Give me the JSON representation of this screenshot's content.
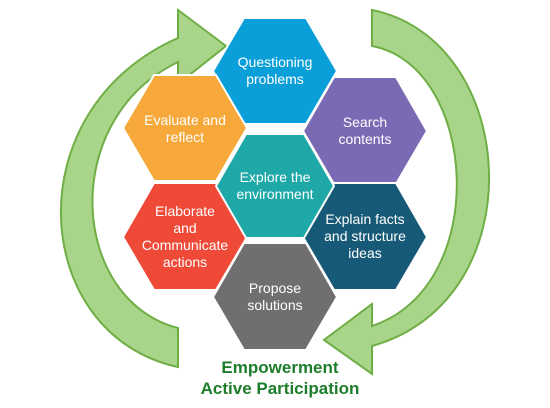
{
  "colors": {
    "arrow_fill": "#a9d58a",
    "arrow_stroke": "#6fae45",
    "questioning": "#0b9fd9",
    "search": "#7a69b3",
    "explain": "#175a77",
    "propose": "#6f6f6f",
    "elaborate": "#ef4a37",
    "evaluate": "#f6a93a",
    "explore": "#1fa8a8",
    "caption_text": "#1d7d2a"
  },
  "hexagons": [
    {
      "id": "questioning",
      "label": "Questioning\nproblems"
    },
    {
      "id": "search",
      "label": "Search\ncontents"
    },
    {
      "id": "explain",
      "label": "Explain facts\nand structure\nideas"
    },
    {
      "id": "propose",
      "label": "Propose\nsolutions"
    },
    {
      "id": "elaborate",
      "label": "Elaborate\nand\nCommunicate\nactions"
    },
    {
      "id": "evaluate",
      "label": "Evaluate and\nreflect"
    },
    {
      "id": "explore",
      "label": "Explore the\nenvironment"
    }
  ],
  "caption": {
    "line1": "Empowerment",
    "line2": "Active Participation"
  }
}
